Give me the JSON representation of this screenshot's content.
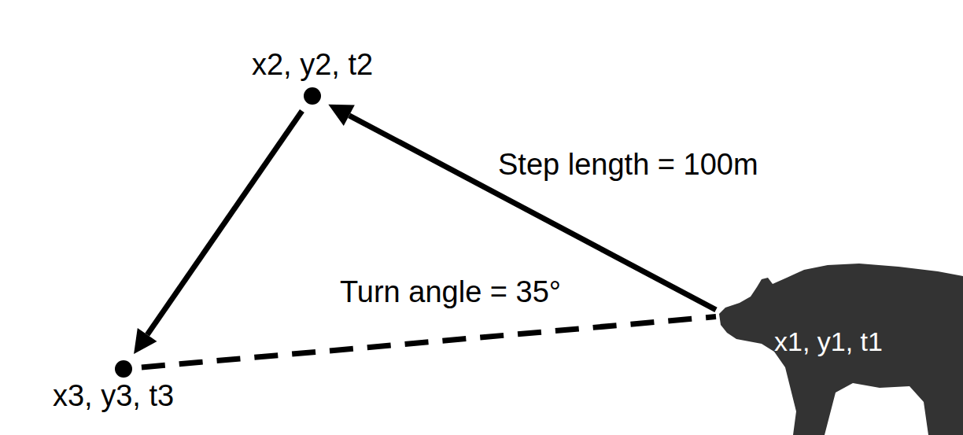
{
  "diagram": {
    "nodes": [
      {
        "text": [
          "x1, y1, t1"
        ]
      },
      {
        "text": [
          "x2, y2, t2"
        ]
      },
      {
        "text": [
          "x3, y3, t3"
        ]
      }
    ],
    "edges": [
      {
        "from": 0,
        "to": 1,
        "arrow": "to",
        "label": "Step length = 100m"
      },
      {
        "from": 1,
        "to": 2,
        "arrow": "to"
      },
      {
        "from": 2,
        "to": 0,
        "arrow": "none"
      }
    ],
    "labels": [
      "Turn angle = 35°"
    ]
  }
}
